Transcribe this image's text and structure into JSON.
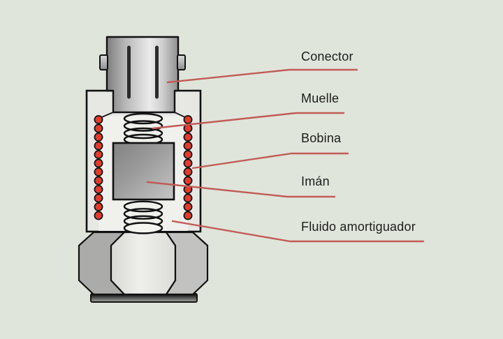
{
  "diagram": {
    "labels": {
      "conector": "Conector",
      "muelle": "Muelle",
      "bobina": "Bobina",
      "iman": "Imán",
      "fluido": "Fluido amortiguador"
    },
    "colors": {
      "background": "#dfe5db",
      "coil_dot_red": "#e23b2e",
      "leader_line_red": "#c25b55",
      "label_text": "#1d1d1b",
      "outline_black": "#111111",
      "body_fill": "#e7e7e4",
      "cavity_fill": "#f0f0ed"
    }
  }
}
